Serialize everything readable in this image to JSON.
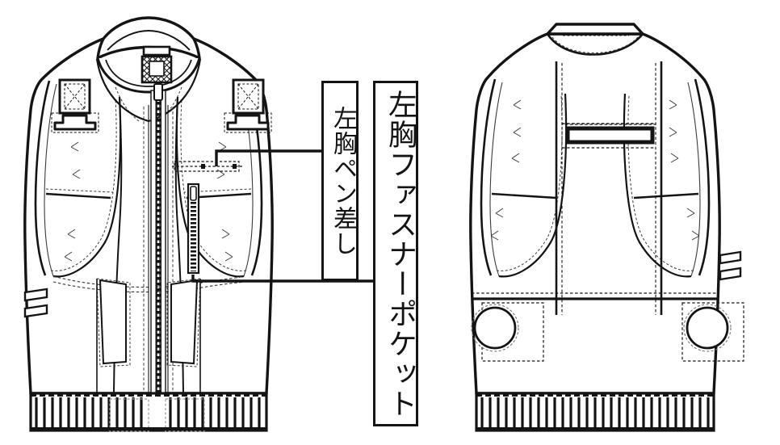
{
  "illustration": {
    "title": "work-vest-technical-flat-drawing",
    "views": [
      {
        "name": "front-view",
        "label": "front"
      },
      {
        "name": "back-view",
        "label": "back"
      }
    ],
    "line_color": "#141414",
    "fill_color": "#ffffff",
    "hairline_color": "#3b3b3b"
  },
  "callouts": [
    {
      "id": "pen-pocket",
      "text": "左胸ペン差し",
      "orientation": "vertical",
      "target": "left-chest-pen-holder"
    },
    {
      "id": "chest-zip-pocket",
      "text": "左胸ファスナーポケット",
      "orientation": "vertical",
      "target": "left-chest-zipper-pocket"
    }
  ],
  "front_features": [
    "stand-collar",
    "neck-mesh-vent",
    "center-front-zipper",
    "left-chest-pen-holder",
    "left-chest-zipper-pocket",
    "shoulder-tab-left",
    "shoulder-tab-right",
    "slant-hand-pocket-left",
    "slant-hand-pocket-right",
    "reflective-strips-left-side",
    "ribbed-hem"
  ],
  "back_features": [
    "back-stand-collar",
    "center-back-panel",
    "back-label-bar",
    "fan-opening-left",
    "fan-opening-right",
    "reflective-strips-right-side",
    "ribbed-hem"
  ]
}
